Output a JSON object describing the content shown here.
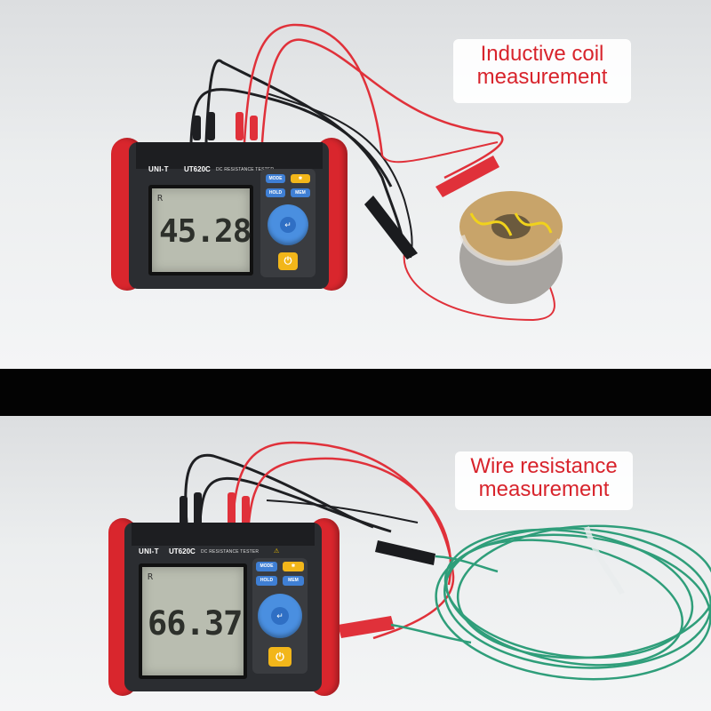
{
  "top": {
    "caption_line1": "Inductive coil",
    "caption_line2": "measurement",
    "device": {
      "brand": "UNI-T",
      "model": "UT620C",
      "subtitle": "DC RESISTANCE TESTER",
      "lcd_symbol": "R",
      "lcd_value": "45.28",
      "keys": [
        "MODE",
        "HOLD",
        "MEM"
      ]
    }
  },
  "bottom": {
    "caption_line1": "Wire resistance",
    "caption_line2": "measurement",
    "device": {
      "brand": "UNI-T",
      "model": "UT620C",
      "subtitle": "DC RESISTANCE TESTER",
      "lcd_symbol": "R",
      "lcd_value": "66.37",
      "keys": [
        "MODE",
        "HOLD",
        "MEM"
      ]
    }
  },
  "colors": {
    "caption_text": "#d8242c",
    "bumper": "#d9262d",
    "lead_red": "#e0313a",
    "lead_black": "#1e1f22",
    "wire_green": "#2f9e7a",
    "coil_copper": "#c8a46a",
    "coil_wire_yellow": "#f0d21c",
    "key_blue": "#3f7fd4",
    "power_yellow": "#f2b61a"
  }
}
